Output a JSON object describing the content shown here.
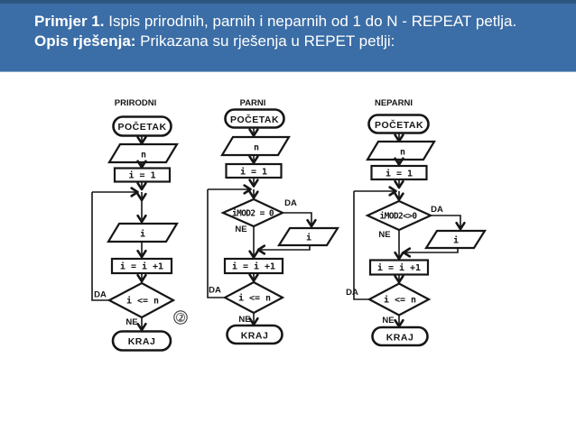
{
  "header": {
    "line1_bold": "Primjer 1.",
    "line1_rest": " Ispis prirodnih, parnih i neparnih od 1 do N - REPEAT petlja.",
    "line2_bold": "Opis rješenja:",
    "line2_rest": " Prikazana su rješenja u REPET petlji:",
    "bg_color": "#3b6da6",
    "top_border_color": "#2c5680",
    "text_color": "#ffffff"
  },
  "flowcharts": [
    {
      "title": "PRIRODNI",
      "start": "POČETAK",
      "input_var": "n",
      "init": "i = 1",
      "output_var": "i",
      "increment": "i = i +1",
      "loop_condition": "i <= n",
      "yes_label": "DA",
      "no_label": "NE",
      "end": "KRAJ"
    },
    {
      "title": "PARNI",
      "start": "POČETAK",
      "input_var": "n",
      "init": "i = 1",
      "mod_condition": "iMOD2 = 0",
      "mod_yes_label": "DA",
      "mod_no_label": "NE",
      "output_var": "i",
      "increment": "i = i +1",
      "loop_condition": "i <= n",
      "yes_label": "DA",
      "no_label": "NE",
      "end": "KRAJ"
    },
    {
      "title": "NEPARNI",
      "start": "POČETAK",
      "input_var": "n",
      "init": "i = 1",
      "mod_condition": "iMOD2<>0",
      "mod_yes_label": "DA",
      "mod_no_label": "NE",
      "output_var": "i",
      "increment": "i = i +1",
      "loop_condition": "i <= n",
      "yes_label": "DA",
      "no_label": "NE",
      "end": "KRAJ"
    }
  ],
  "watermark": {
    "glyph": "2"
  },
  "ink_color": "#161616",
  "background_color": "#ffffff"
}
